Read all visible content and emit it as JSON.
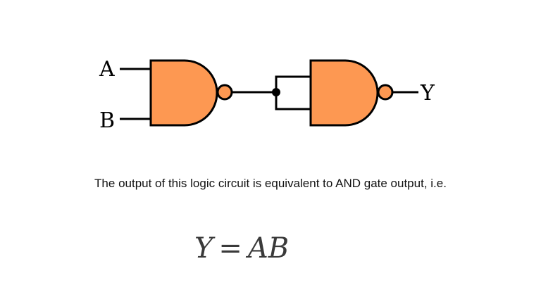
{
  "diagram": {
    "inputs": [
      {
        "label": "A"
      },
      {
        "label": "B"
      }
    ],
    "output": {
      "label": "Y"
    },
    "gates": [
      {
        "type": "NAND",
        "fill": "#FD9852"
      },
      {
        "type": "NAND",
        "fill": "#FD9852"
      }
    ],
    "wire_color": "#000000"
  },
  "caption": "The output of this logic circuit is equivalent to AND gate output, i.e.",
  "equation": {
    "lhs": "Y",
    "sign": "=",
    "rhs": "AB"
  }
}
